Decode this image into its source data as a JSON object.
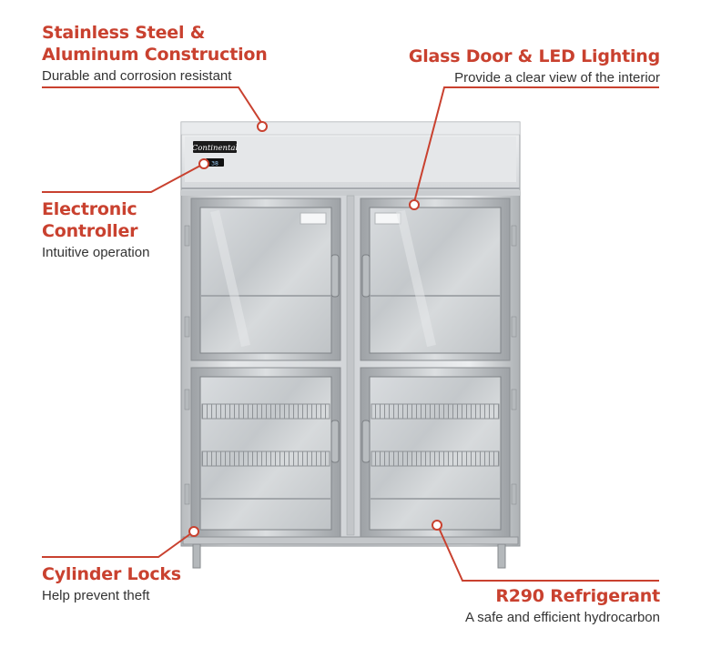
{
  "brand": "Continental",
  "display_reading": "38",
  "accent_color": "#c9412f",
  "callouts": {
    "stainless": {
      "title": "Stainless Steel &\nAluminum Construction",
      "subtitle": "Durable and corrosion resistant"
    },
    "glass": {
      "title": "Glass Door & LED Lighting",
      "subtitle": "Provide a clear view of the interior"
    },
    "controller": {
      "title": "Electronic\nController",
      "subtitle": "Intuitive operation"
    },
    "locks": {
      "title": "Cylinder Locks",
      "subtitle": "Help prevent theft"
    },
    "r290": {
      "title": "R290 Refrigerant",
      "subtitle": "A safe and efficient hydrocarbon"
    }
  }
}
